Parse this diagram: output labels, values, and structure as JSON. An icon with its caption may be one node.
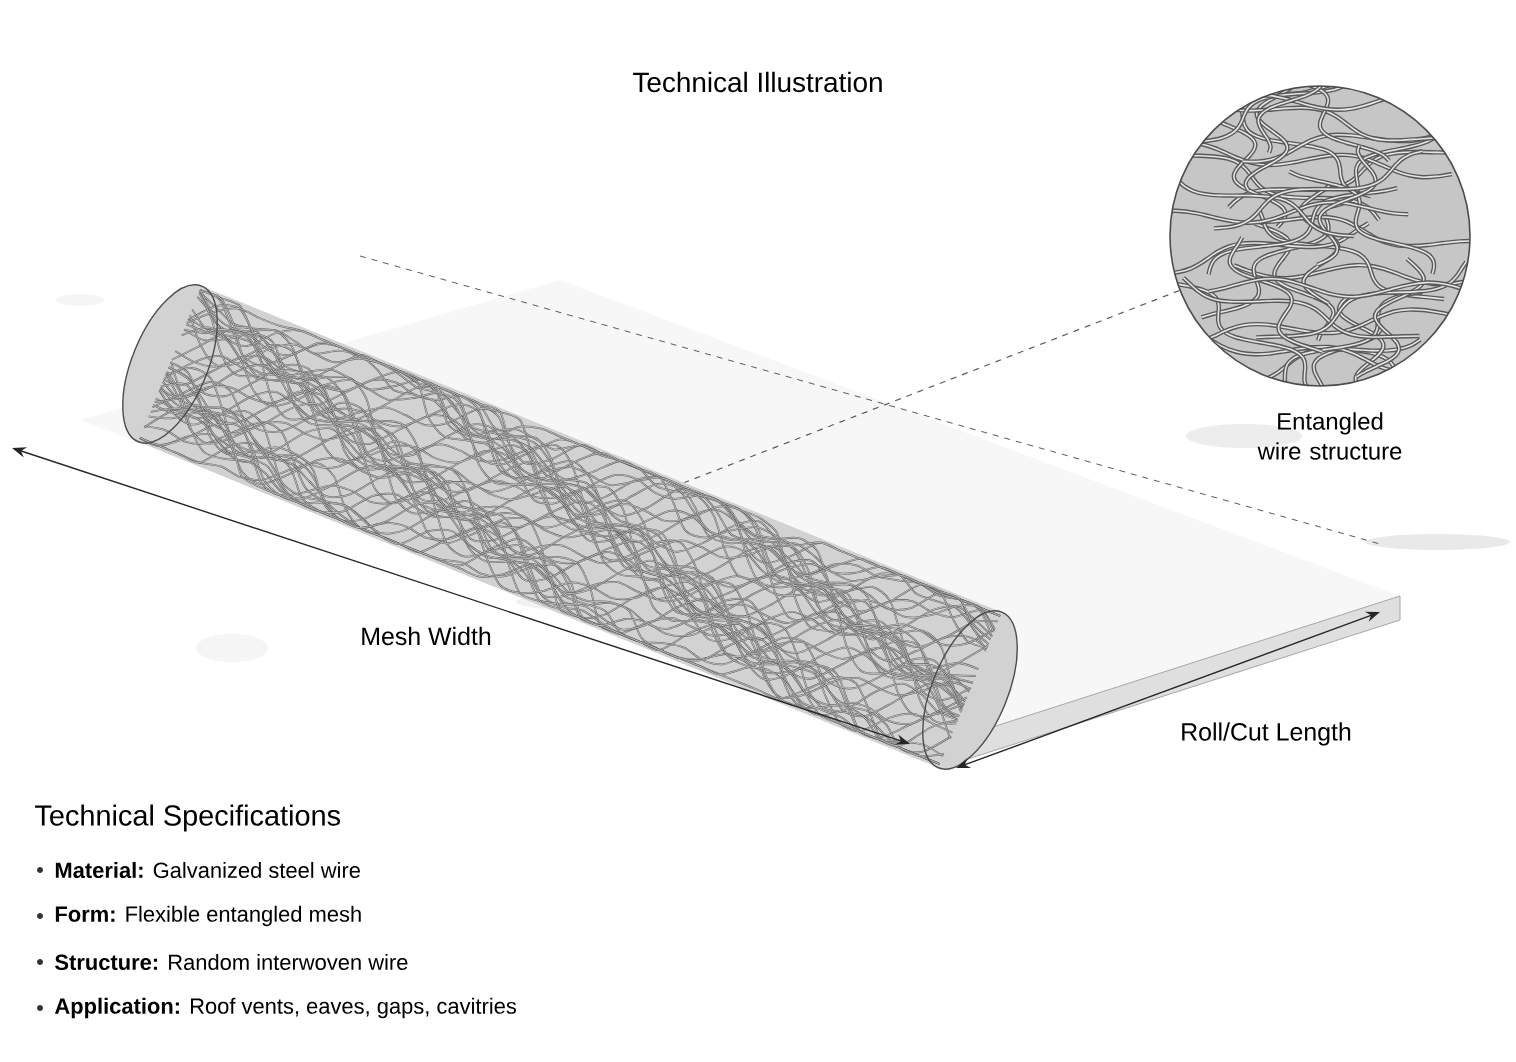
{
  "diagram": {
    "title": "Technical Illustration",
    "nodes": [
      {
        "text": [],
        "shape": "picture"
      },
      {
        "text": [],
        "shape": "circle",
        "beside": [
          "Entangled wire structure"
        ]
      }
    ],
    "edges": [
      {
        "from": 1,
        "to": 0,
        "arrow": "none",
        "style": "dashed"
      }
    ],
    "labels": [
      "Mesh Width",
      "Roll/Cut Length",
      "Technical Specifications",
      "**Material:** Galvanized steel wire",
      "**Form:** Flexible entangled mesh",
      "**Structure:** Random interwoven wire",
      "**Application:** Roof vents, eaves, gaps, cavitries"
    ]
  }
}
